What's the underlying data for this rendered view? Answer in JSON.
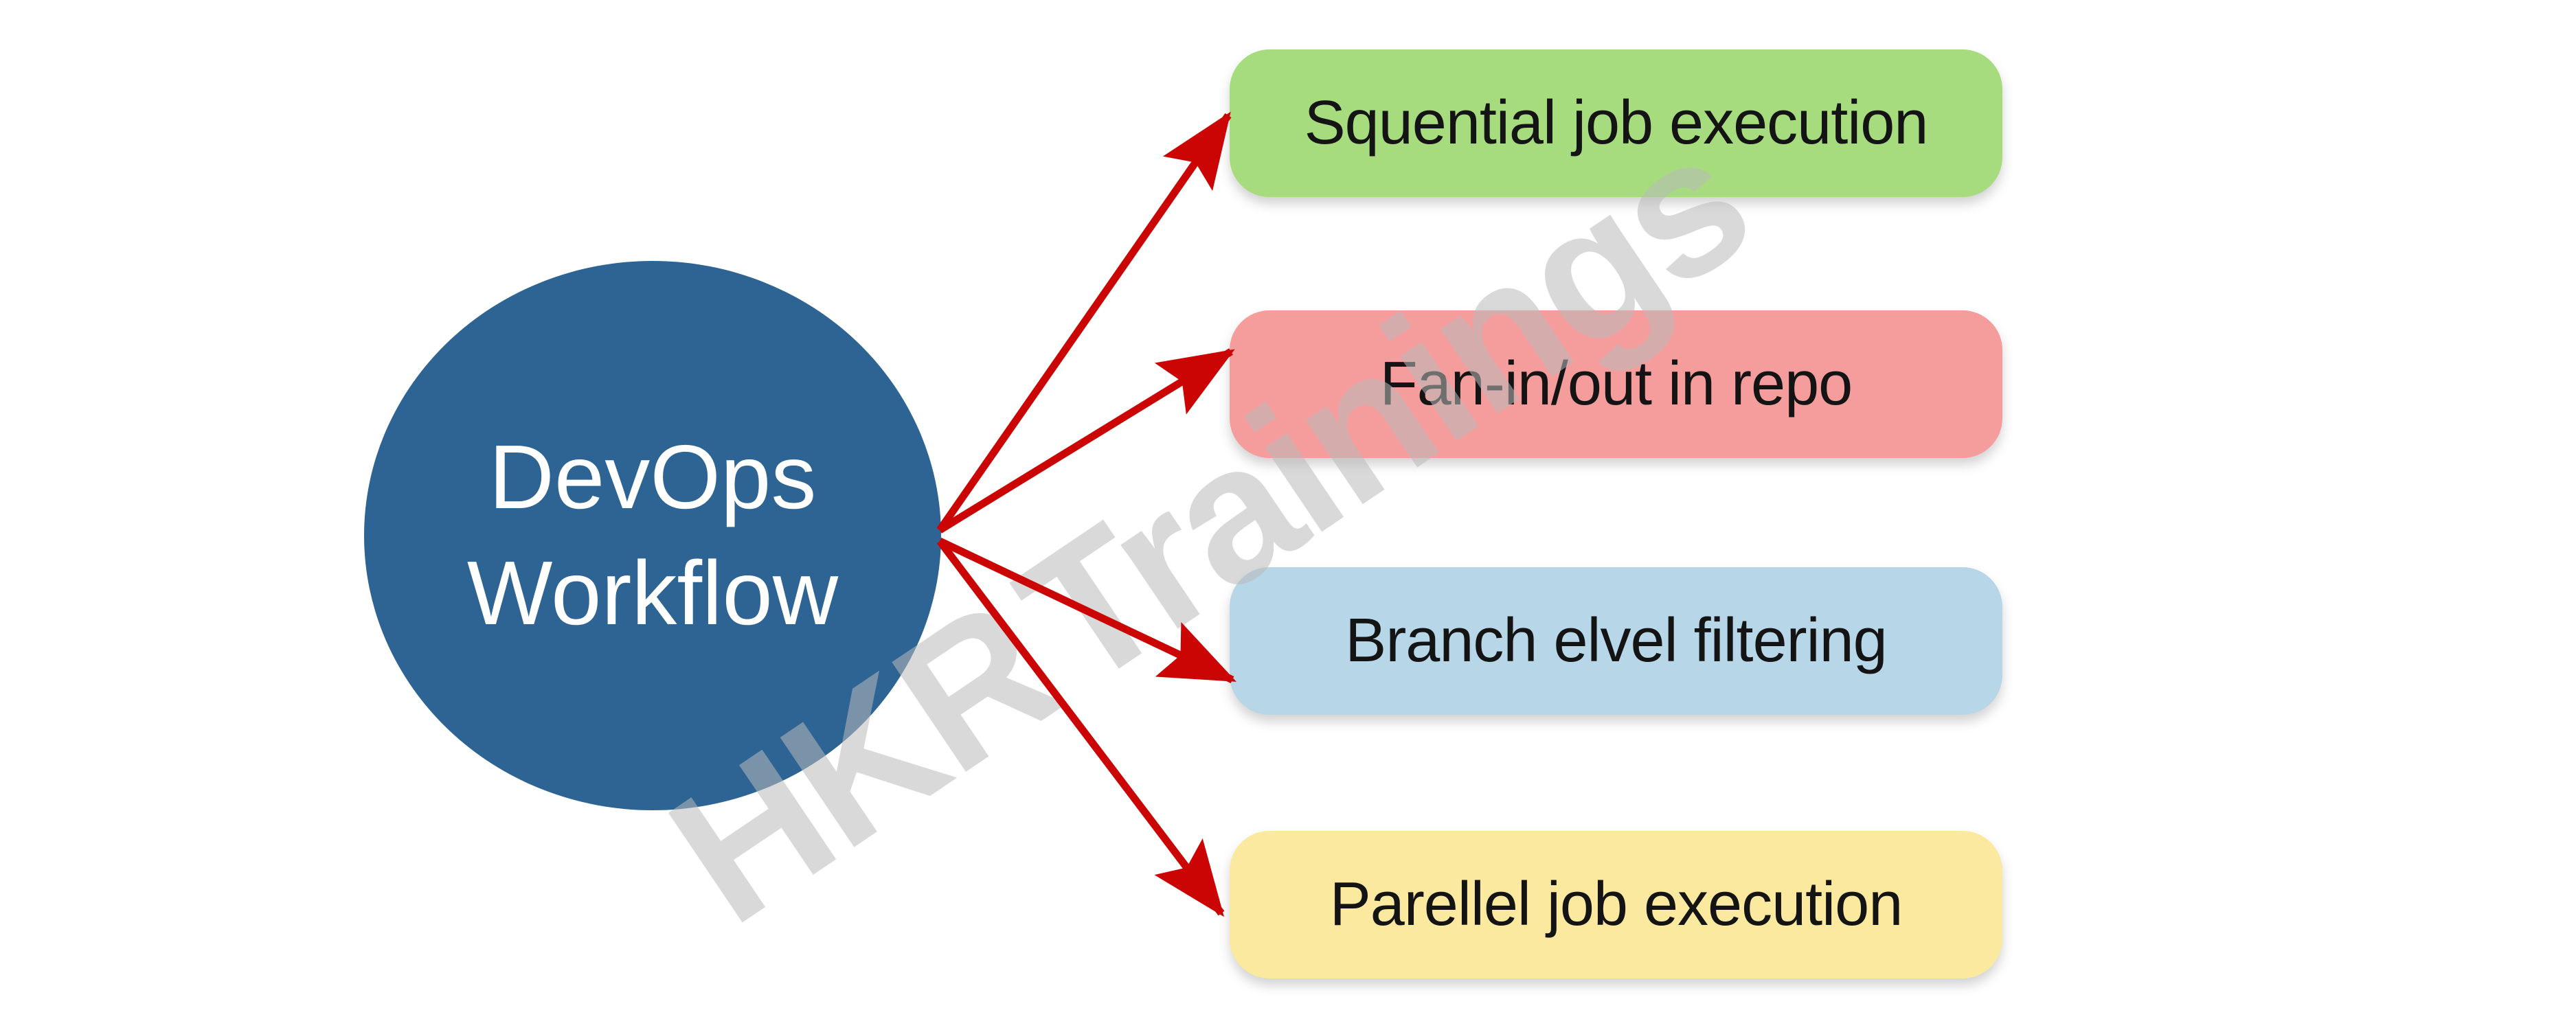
{
  "canvas": {
    "background": "#ffffff"
  },
  "center_node": {
    "line1": "DevOps",
    "line2": "Workflow",
    "fill": "#2e6494",
    "text_color": "#ffffff"
  },
  "branches": [
    {
      "label": "Squential job execution",
      "fill": "#a6dc7e"
    },
    {
      "label": "Fan-in/out in repo",
      "fill": "#f59c9c"
    },
    {
      "label": "Branch elvel filtering",
      "fill": "#b7d7e8"
    },
    {
      "label": "Parellel job execution",
      "fill": "#fae99e"
    }
  ],
  "arrows": {
    "color": "#cb0404"
  },
  "watermark": {
    "text": "HKR Trainings",
    "color": "rgba(186,186,186,0.55)"
  }
}
